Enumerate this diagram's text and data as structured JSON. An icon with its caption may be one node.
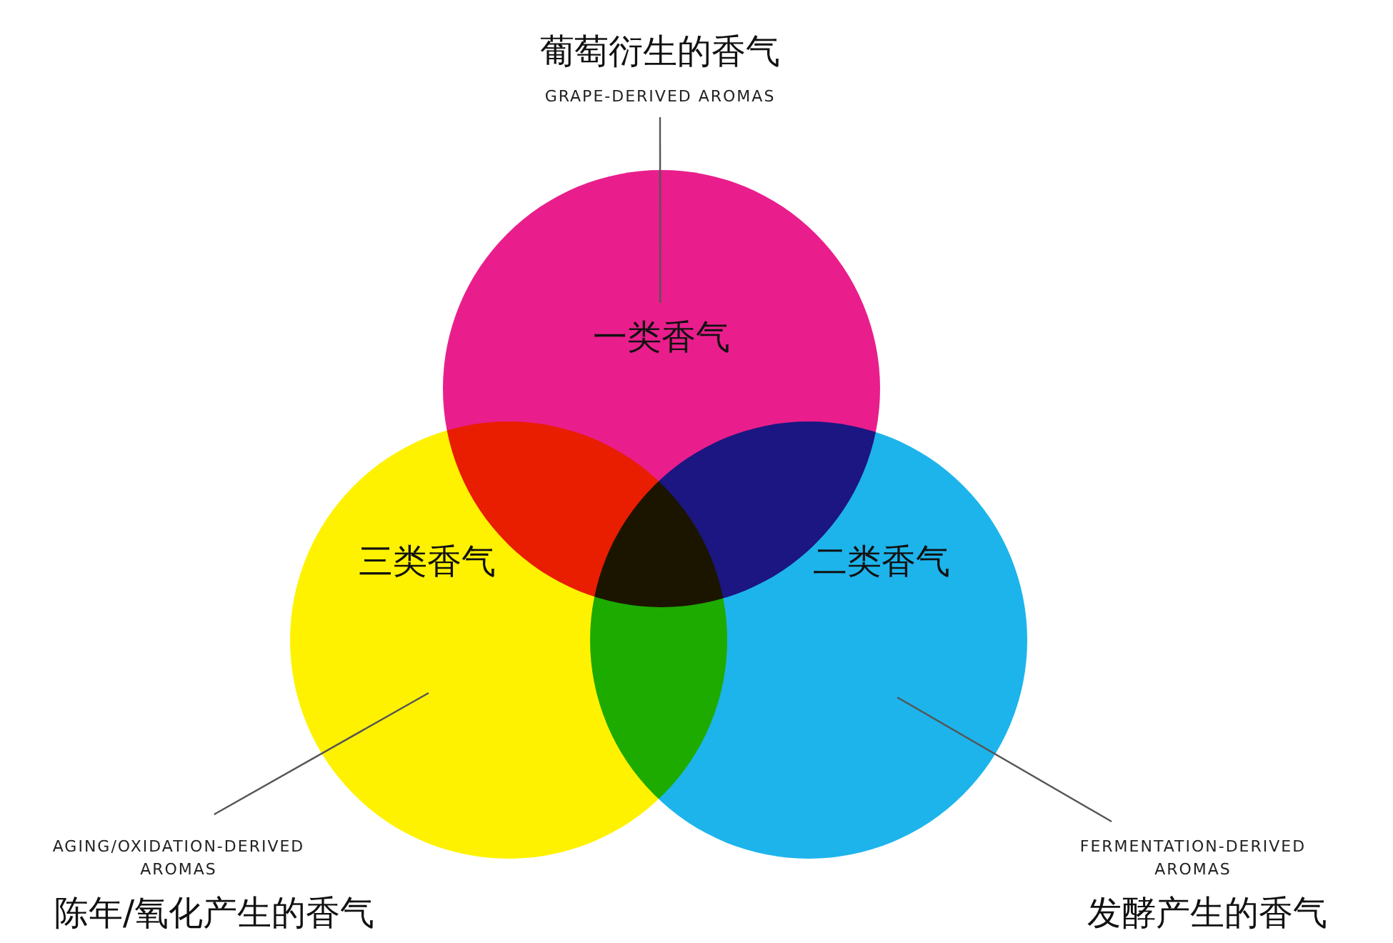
{
  "diagram": {
    "nodes": [
      {
        "text": [
          "葡萄衍生的香气",
          "GRAPE-DERIVED AROMAS"
        ]
      },
      {
        "text": [
          "一类香气"
        ]
      },
      {
        "text": [
          "三类香气"
        ]
      },
      {
        "text": [
          "二类香气"
        ]
      },
      {
        "text": [
          "AGING/OXIDATION-DERIVED AROMAS",
          "陈年/氧化产生的香气"
        ]
      },
      {
        "text": [
          "FERMENTATION-DERIVED AROMAS",
          "发酵产生的香气"
        ]
      }
    ],
    "edges": [
      {
        "from": 0,
        "to": 1,
        "arrow": "none"
      },
      {
        "from": 4,
        "to": 2,
        "arrow": "none"
      },
      {
        "from": 5,
        "to": 3,
        "arrow": "none"
      }
    ]
  }
}
